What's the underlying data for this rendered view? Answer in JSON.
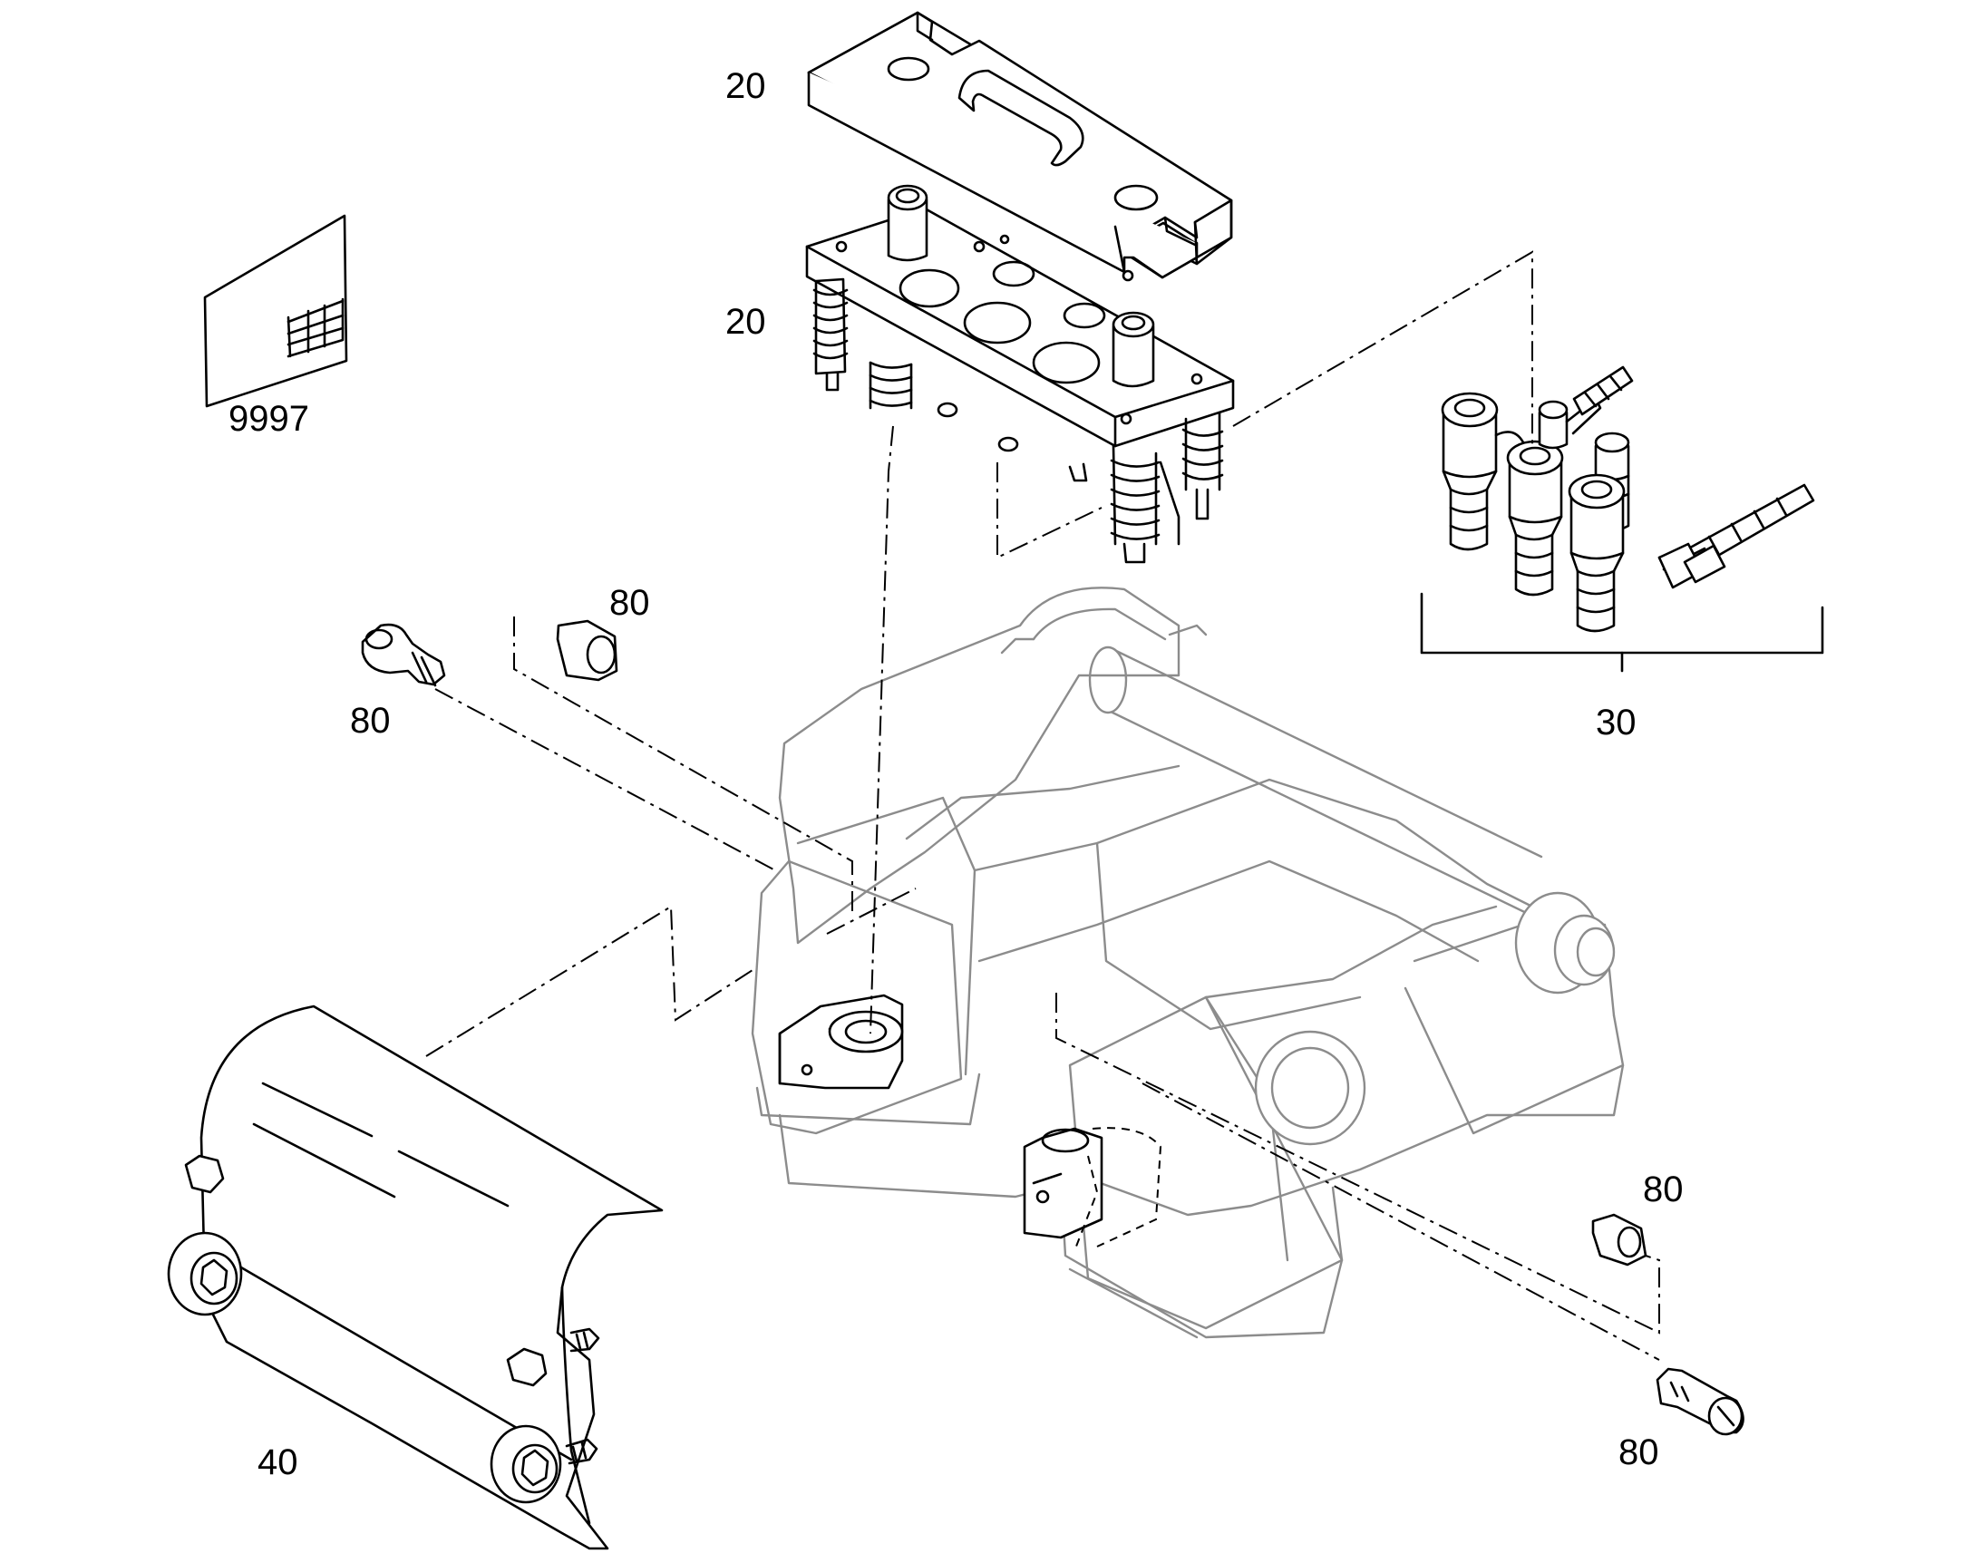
{
  "callouts": {
    "top_cover": "20",
    "valve_block": "20",
    "document": "9997",
    "couplings_kit": "30",
    "spacer_left": "80",
    "screw_left": "80",
    "spacer_right": "80",
    "screw_right": "80",
    "guard": "40"
  },
  "colors": {
    "line": "#000000",
    "context_line": "#8c8c8c",
    "background": "#ffffff"
  }
}
